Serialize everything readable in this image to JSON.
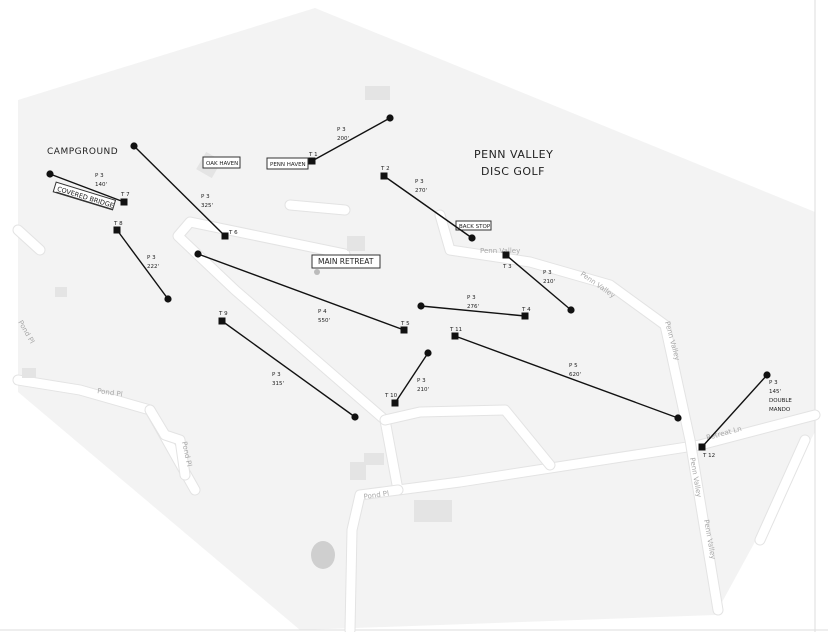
{
  "title": [
    "PENN VALLEY",
    "DISC GOLF"
  ],
  "area_labels": {
    "campground": "CAMPGROUND",
    "oak_haven": "OAK HAVEN",
    "penn_haven": "PENN HAVEN",
    "back_stop": "BACK STOP",
    "main_retreat": "MAIN RETREAT",
    "covered_bridge": "COVERED BRIDGE"
  },
  "streets": [
    "Penn Valley",
    "Penn Valley",
    "Penn Valley",
    "Penn Valley",
    "Penn Valley",
    "Retreat Ln",
    "Pond Pl",
    "Pond Pl",
    "Pond Pl",
    "Pond Pl"
  ],
  "holes": [
    {
      "tee": "T 1",
      "par": "P 3",
      "distance": "200'"
    },
    {
      "tee": "T 2",
      "par": "P 3",
      "distance": "270'"
    },
    {
      "tee": "T 3",
      "par": "P 3",
      "distance": "210'"
    },
    {
      "tee": "T 4",
      "par": "P 3",
      "distance": "276'"
    },
    {
      "tee": "T 5",
      "par": "P 4",
      "distance": "550'"
    },
    {
      "tee": "T 6",
      "par": "P 3",
      "distance": "325'"
    },
    {
      "tee": "T 7",
      "par": "P 3",
      "distance": "140'"
    },
    {
      "tee": "T 8",
      "par": "P 3",
      "distance": "222'"
    },
    {
      "tee": "T 9",
      "par": "P 3",
      "distance": "315'"
    },
    {
      "tee": "T 10",
      "par": "P 3",
      "distance": "210'"
    },
    {
      "tee": "T 11",
      "par": "P 5",
      "distance": "620'"
    },
    {
      "tee": "T 12",
      "par": "P 3",
      "distance": "145'",
      "note": [
        "DOUBLE",
        "MANDO"
      ]
    }
  ],
  "colors": {
    "map_bg": "#f3f3f3",
    "road": "#ffffff",
    "ink": "#111111"
  }
}
